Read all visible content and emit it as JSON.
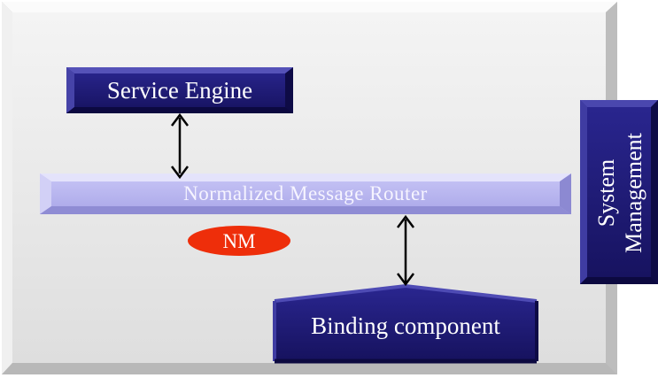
{
  "diagram": {
    "service_engine": "Service Engine",
    "normalized_message_router": "Normalized Message Router",
    "nm_badge": "NM",
    "binding_component": "Binding component",
    "system_management": {
      "line1": "System",
      "line2": "Management"
    }
  },
  "colors": {
    "background_panel": "#e6e6e6",
    "box_navy": "#1e1a78",
    "router_lavender": "#b4b2ee",
    "nm_red": "#ee2e0a",
    "arrow": "#000000"
  }
}
